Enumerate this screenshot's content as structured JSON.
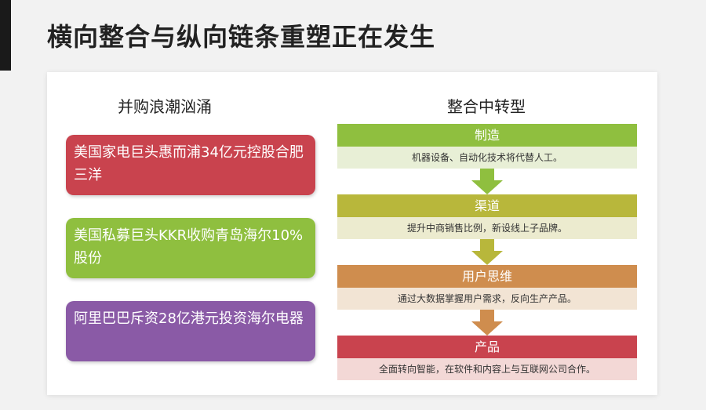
{
  "title": "横向整合与纵向链条重塑正在发生",
  "left": {
    "title": "并购浪潮汹涌",
    "cards": [
      {
        "text": "美国家电巨头惠而浦34亿元控股合肥三洋",
        "color": "#c9434e"
      },
      {
        "text": "美国私募巨头KKR收购青岛海尔10%股份",
        "color": "#8fbf3f"
      },
      {
        "text": "阿里巴巴斥资28亿港元投资海尔电器",
        "color": "#8a5aa6"
      }
    ]
  },
  "right": {
    "title": "整合中转型",
    "steps": [
      {
        "head": "制造",
        "body": "机器设备、自动化技术将代替人工。",
        "color": "#8fbf3f"
      },
      {
        "head": "渠道",
        "body": "提升中商销售比例，新设线上子品牌。",
        "color": "#b8b73b"
      },
      {
        "head": "用户思维",
        "body": "通过大数据掌握用户需求，反向生产产品。",
        "color": "#cf8d4e"
      },
      {
        "head": "产品",
        "body": "全面转向智能，在软件和内容上与互联网公司合作。",
        "color": "#c9434e"
      }
    ],
    "arrow_colors": [
      "#8fbf3f",
      "#b8b73b",
      "#cf8d4e"
    ]
  }
}
